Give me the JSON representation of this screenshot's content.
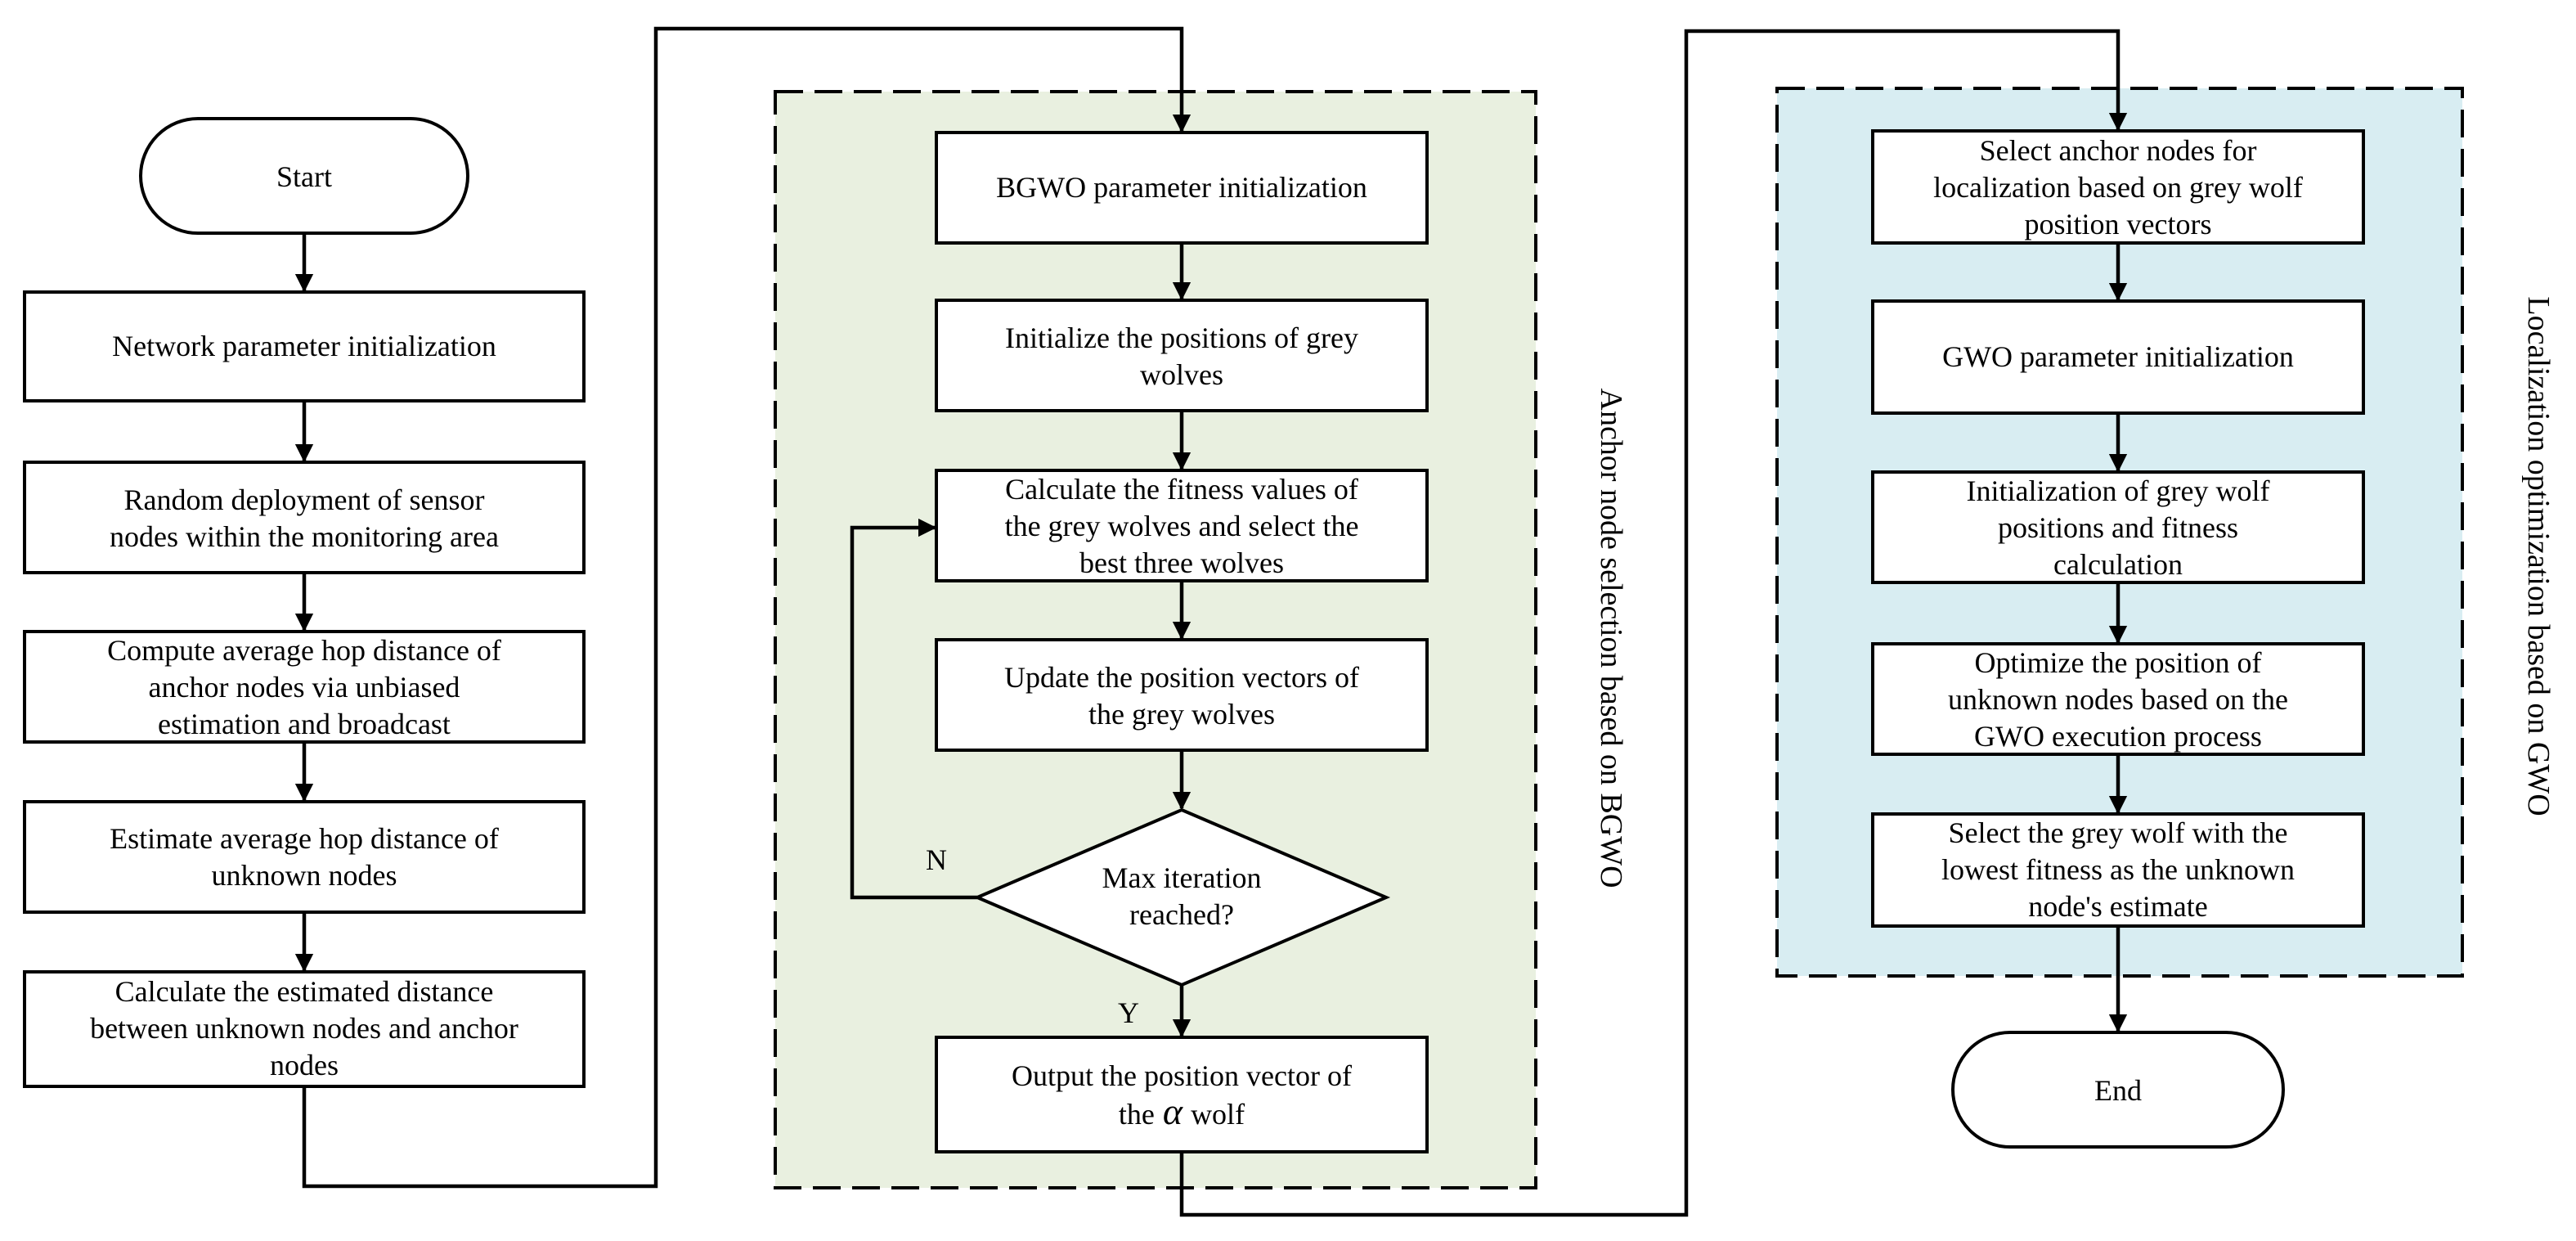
{
  "colors": {
    "panel_bgwo": "#e9f0e0",
    "panel_gwo": "#d8edf2",
    "stroke": "#000000",
    "fill": "#ffffff"
  },
  "left_column": {
    "start": "Start",
    "network_init": "Network parameter initialization",
    "deploy": [
      "Random deployment of sensor",
      "nodes within the monitoring area"
    ],
    "hop_distance": [
      "Compute average hop distance of",
      "anchor nodes via unbiased",
      "estimation and broadcast"
    ],
    "estimate_hop": [
      "Estimate average hop distance of",
      "unknown nodes"
    ],
    "estimated_distance": [
      "Calculate the estimated distance",
      "between unknown nodes and anchor",
      "nodes"
    ]
  },
  "bgwo_panel": {
    "title": "Anchor node selection based on BGWO",
    "param_init": "BGWO parameter initialization",
    "init_positions": [
      "Initialize the positions of grey",
      "wolves"
    ],
    "fitness": [
      "Calculate the fitness values of",
      "the grey wolves and select the",
      "best three wolves"
    ],
    "update": [
      "Update the position vectors of",
      "the grey wolves"
    ],
    "decision": [
      "Max iteration",
      "reached?"
    ],
    "no_label": "N",
    "yes_label": "Y",
    "output": [
      "Output the position vector of",
      "the",
      "α",
      "wolf"
    ]
  },
  "gwo_panel": {
    "title": "Localization optimization based on GWO",
    "select_anchor": [
      "Select anchor nodes for",
      "localization based on grey wolf",
      "position vectors"
    ],
    "param_init": "GWO parameter initialization",
    "init_positions": [
      "Initialization of grey wolf",
      "positions and fitness",
      "calculation"
    ],
    "optimize": [
      "Optimize the position of",
      "unknown nodes based on the",
      "GWO execution process"
    ],
    "select_lowest": [
      "Select the grey wolf with the",
      "lowest fitness as the unknown",
      "node's estimate"
    ]
  },
  "end": "End"
}
